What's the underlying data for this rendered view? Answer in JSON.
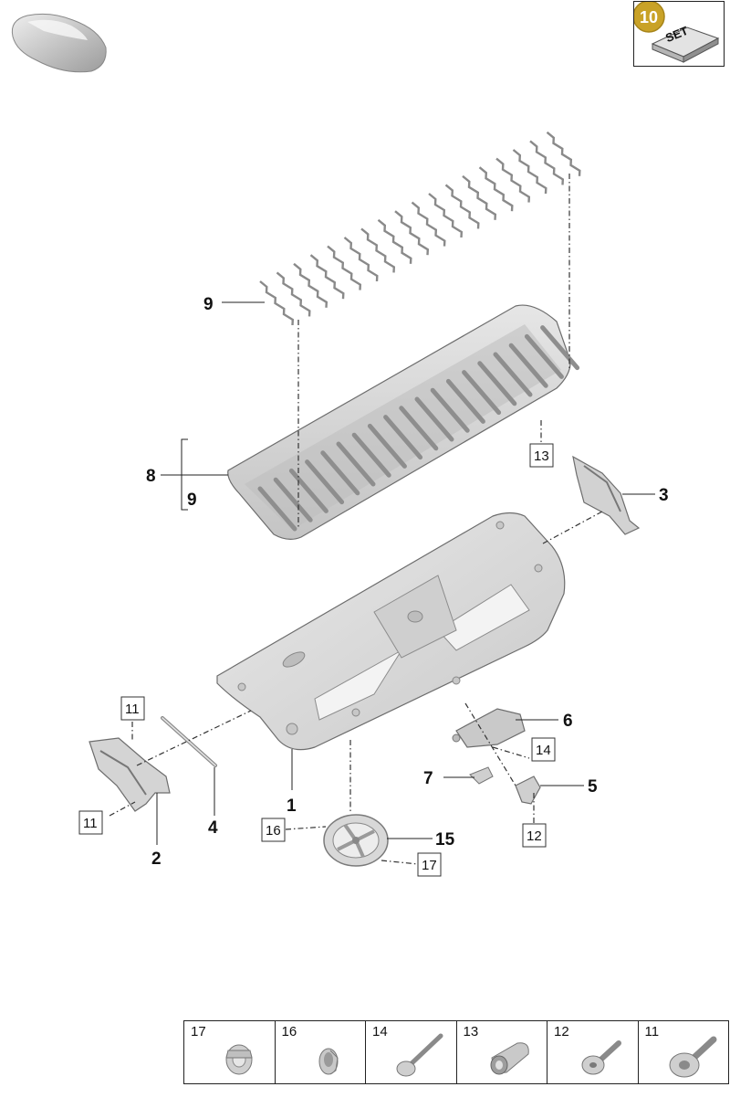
{
  "set_badge": {
    "number": "10",
    "word": "SET"
  },
  "callouts": {
    "c1": "1",
    "c2": "2",
    "c3": "3",
    "c4": "4",
    "c5": "5",
    "c6": "6",
    "c7": "7",
    "c8": "8",
    "c9_top": "9",
    "c9_bracket": "9",
    "c15": "15"
  },
  "boxed_callouts": {
    "b11_top": "11",
    "b11_bottom": "11",
    "b12": "12",
    "b13": "13",
    "b14": "14",
    "b16": "16",
    "b17": "17"
  },
  "hardware_table": [
    {
      "number": "17",
      "icon": "clip-nut-icon"
    },
    {
      "number": "16",
      "icon": "push-clip-icon"
    },
    {
      "number": "14",
      "icon": "long-bolt-icon"
    },
    {
      "number": "13",
      "icon": "spreader-nut-icon"
    },
    {
      "number": "12",
      "icon": "flange-bolt-icon"
    },
    {
      "number": "11",
      "icon": "torx-bolt-icon"
    }
  ],
  "colors": {
    "badge_gold": "#c9a227",
    "part_fill": "#d9d9d9",
    "part_dark": "#9a9a9a"
  }
}
